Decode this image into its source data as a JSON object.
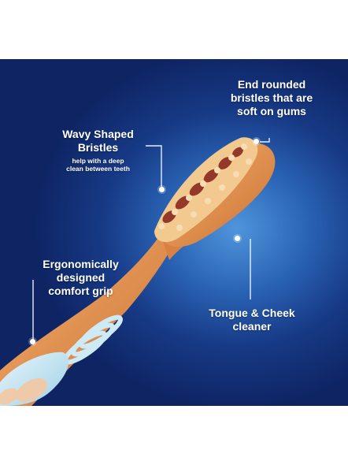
{
  "callouts": {
    "end_rounded": {
      "line1": "End rounded",
      "line2": "bristles that are",
      "line3": "soft on gums"
    },
    "wavy": {
      "line1": "Wavy Shaped",
      "line2": "Bristles",
      "sub1": "help with a deep",
      "sub2": "clean between teeth"
    },
    "ergonomic": {
      "line1": "Ergonomically",
      "line2": "designed",
      "line3": "comfort grip"
    },
    "tongue": {
      "line1": "Tongue & Cheek",
      "line2": "cleaner"
    }
  },
  "colors": {
    "background_top": "#0e2463",
    "background_glow": "#4f95dc",
    "handle": "#e89550",
    "grip": "#bfe2f0",
    "bristle_light": "#f2c98f",
    "bristle_dark": "#8a2a1e",
    "callout_text": "#ffffff"
  }
}
